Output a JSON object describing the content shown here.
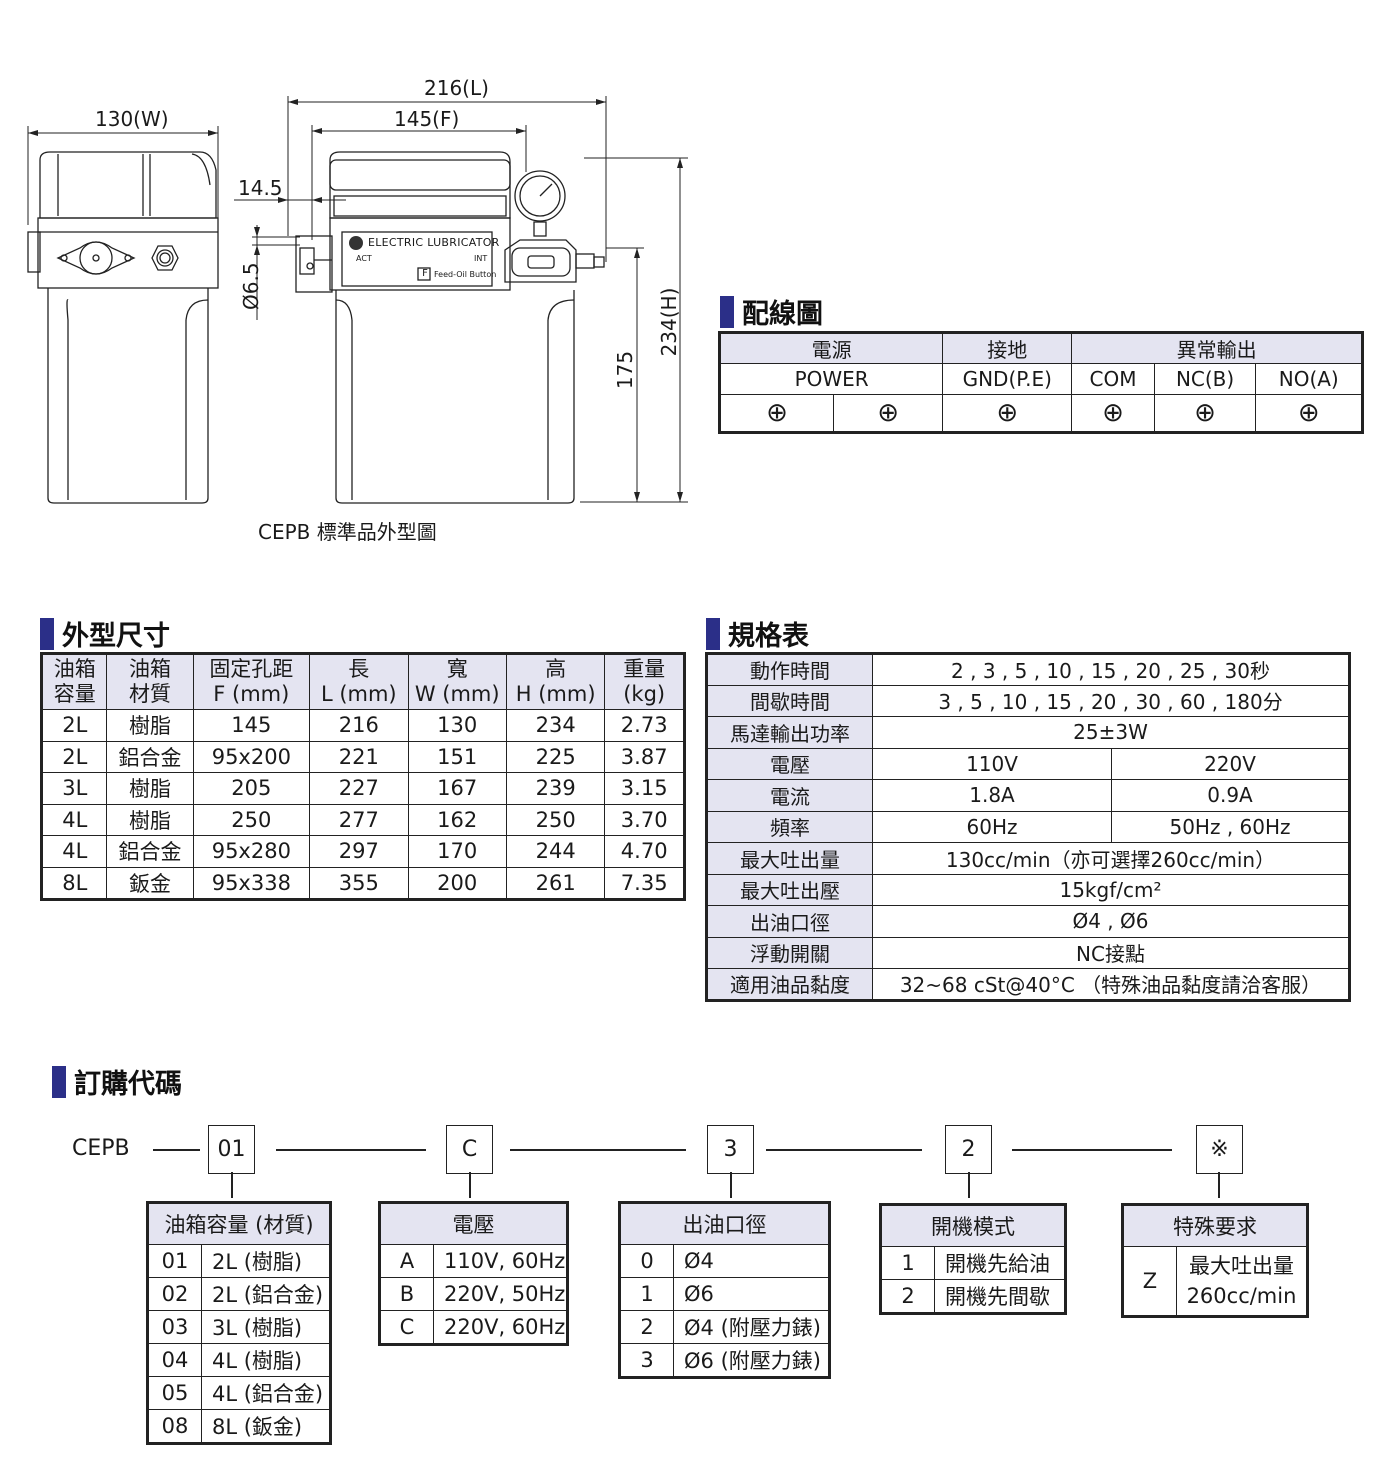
{
  "drawing": {
    "caption": "CEPB 標準品外型圖",
    "dims": {
      "width": "130(W)",
      "length": "216(L)",
      "fix": "145(F)",
      "offset": "14.5",
      "hole": "Ø6.5",
      "height": "234(H)",
      "h175": "175"
    },
    "panel_text": {
      "brand": "ELECTRIC LUBRICATOR",
      "act": "ACT",
      "int": "INT",
      "feed_key": "F",
      "feed": "Feed-Oil Button"
    }
  },
  "wiring": {
    "title": "配線圖",
    "groups": [
      "電源",
      "接地",
      "異常輸出"
    ],
    "labels": [
      "POWER",
      "GND(P.E)",
      "COM",
      "NC(B)",
      "NO(A)"
    ],
    "terminal_symbol": "⊕"
  },
  "dimensions": {
    "title": "外型尺寸",
    "headers": [
      [
        "油箱",
        "容量"
      ],
      [
        "油箱",
        "材質"
      ],
      [
        "固定孔距",
        "F (mm)"
      ],
      [
        "長",
        "L (mm)"
      ],
      [
        "寬",
        "W (mm)"
      ],
      [
        "高",
        "H (mm)"
      ],
      [
        "重量",
        "(kg)"
      ]
    ],
    "rows": [
      [
        "2L",
        "樹脂",
        "145",
        "216",
        "130",
        "234",
        "2.73"
      ],
      [
        "2L",
        "鋁合金",
        "95x200",
        "221",
        "151",
        "225",
        "3.87"
      ],
      [
        "3L",
        "樹脂",
        "205",
        "227",
        "167",
        "239",
        "3.15"
      ],
      [
        "4L",
        "樹脂",
        "250",
        "277",
        "162",
        "250",
        "3.70"
      ],
      [
        "4L",
        "鋁合金",
        "95x280",
        "297",
        "170",
        "244",
        "4.70"
      ],
      [
        "8L",
        "鈑金",
        "95x338",
        "355",
        "200",
        "261",
        "7.35"
      ]
    ]
  },
  "specs": {
    "title": "規格表",
    "rows": [
      {
        "label": "動作時間",
        "value": "2 , 3 , 5 , 10 , 15 , 20 , 25 , 30秒"
      },
      {
        "label": "間歇時間",
        "value": "3 , 5 , 10 , 15 , 20 , 30 , 60 , 180分"
      },
      {
        "label": "馬達輸出功率",
        "value": "25±3W"
      },
      {
        "label": "電壓",
        "v1": "110V",
        "v2": "220V"
      },
      {
        "label": "電流",
        "v1": "1.8A",
        "v2": "0.9A"
      },
      {
        "label": "頻率",
        "v1": "60Hz",
        "v2": "50Hz , 60Hz"
      },
      {
        "label": "最大吐出量",
        "value": "130cc/min（亦可選擇260cc/min）"
      },
      {
        "label": "最大吐出壓",
        "value": "15kgf/cm²"
      },
      {
        "label": "出油口徑",
        "value": "Ø4 , Ø6"
      },
      {
        "label": "浮動開關",
        "value": "NC接點"
      },
      {
        "label": "適用油品黏度",
        "value": "32~68 cSt@40°C （特殊油品黏度請洽客服）"
      }
    ]
  },
  "order": {
    "title": "訂購代碼",
    "prefix": "CEPB",
    "codes": [
      "01",
      "C",
      "3",
      "2",
      "※"
    ],
    "capacity": {
      "title": "油箱容量 (材質)",
      "rows": [
        [
          "01",
          "2L (樹脂)"
        ],
        [
          "02",
          "2L (鋁合金)"
        ],
        [
          "03",
          "3L (樹脂)"
        ],
        [
          "04",
          "4L (樹脂)"
        ],
        [
          "05",
          "4L (鋁合金)"
        ],
        [
          "08",
          "8L (鈑金)"
        ]
      ]
    },
    "voltage": {
      "title": "電壓",
      "rows": [
        [
          "A",
          "110V, 60Hz"
        ],
        [
          "B",
          "220V, 50Hz"
        ],
        [
          "C",
          "220V, 60Hz"
        ]
      ]
    },
    "outlet": {
      "title": "出油口徑",
      "rows": [
        [
          "0",
          "Ø4"
        ],
        [
          "1",
          "Ø6"
        ],
        [
          "2",
          "Ø4 (附壓力錶)"
        ],
        [
          "3",
          "Ø6 (附壓力錶)"
        ]
      ]
    },
    "startup": {
      "title": "開機模式",
      "rows": [
        [
          "1",
          "開機先給油"
        ],
        [
          "2",
          "開機先間歇"
        ]
      ]
    },
    "special": {
      "title": "特殊要求",
      "code": "Z",
      "line1": "最大吐出量",
      "line2": "260cc/min"
    }
  }
}
